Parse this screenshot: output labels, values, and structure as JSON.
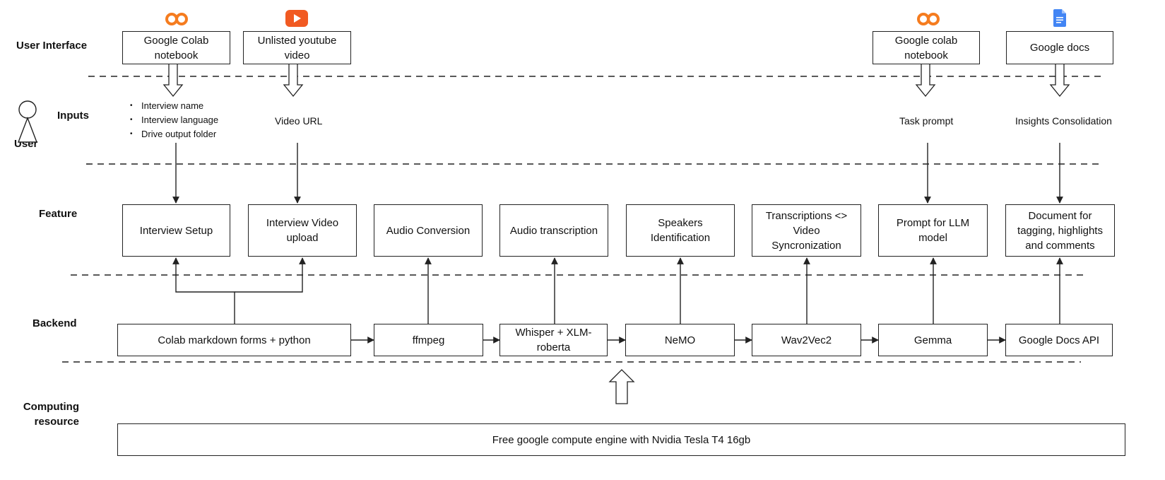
{
  "rows": {
    "user_interface": "User Interface",
    "inputs": "Inputs",
    "user": "User",
    "feature": "Feature",
    "backend": "Backend",
    "computing": "Computing\nresource"
  },
  "ui": {
    "colab1": "Google Colab\nnotebook",
    "youtube": "Unlisted youtube\nvideo",
    "colab2": "Google colab\nnotebook",
    "docs": "Google docs"
  },
  "inputs": {
    "setup_items": [
      "Interview name",
      "Interview language",
      "Drive output folder"
    ],
    "video_url": "Video URL",
    "task_prompt": "Task prompt",
    "insights": "Insights Consolidation"
  },
  "features": {
    "setup": "Interview Setup",
    "upload": "Interview Video\nupload",
    "audio_conv": "Audio Conversion",
    "audio_trans": "Audio transcription",
    "speakers": "Speakers\nIdentification",
    "sync": "Transcriptions <>\nVideo\nSyncronization",
    "prompt": "Prompt for LLM\nmodel",
    "document": "Document for\ntagging, highlights\nand comments"
  },
  "backend": {
    "colab_forms": "Colab markdown forms + python",
    "ffmpeg": "ffmpeg",
    "whisper": "Whisper + XLM-\nroberta",
    "nemo": "NeMO",
    "wav2vec": "Wav2Vec2",
    "gemma": "Gemma",
    "docs_api": "Google Docs API"
  },
  "compute": {
    "engine": "Free google compute engine with Nvidia Tesla T4 16gb"
  },
  "colors": {
    "colab": "#f57c1f",
    "youtube": "#f15a22",
    "docs": "#4285f4"
  },
  "icons": [
    "colab-icon",
    "youtube-icon",
    "colab-icon",
    "google-docs-icon",
    "user-stick-figure-icon"
  ]
}
